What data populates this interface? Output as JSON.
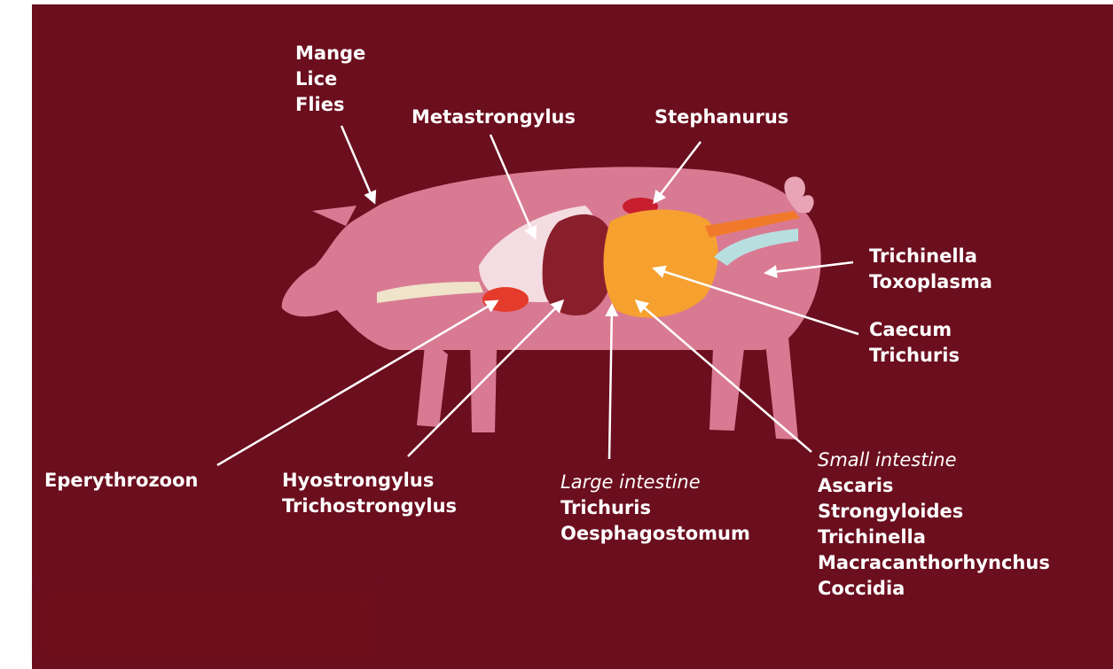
{
  "labels": {
    "external": [
      "Mange",
      "Lice",
      "Flies"
    ],
    "metastrongylus": "Metastrongylus",
    "stephanurus": "Stephanurus",
    "muscle": [
      "Trichinella",
      "Toxoplasma"
    ],
    "caecum": [
      "Caecum",
      "Trichuris"
    ],
    "eperythrozoon": "Eperythrozoon",
    "stomach": [
      "Hyostrongylus",
      "Trichostrongylus"
    ],
    "large_intestine": {
      "heading": "Large intestine",
      "items": [
        "Trichuris",
        "Oesphagostomum"
      ]
    },
    "small_intestine": {
      "heading": "Small intestine",
      "items": [
        "Ascaris",
        "Strongyloides",
        "Trichinella",
        "Macracanthorhynchus",
        "Coccidia"
      ]
    }
  },
  "colors": {
    "background": "#6b0e1e",
    "pig_body": "#d97a93",
    "lung": "#f4dde2",
    "liver": "#8a1f2c",
    "intestine": "#f6a030",
    "kidney": "#c81e2d",
    "arrow": "#ffffff"
  }
}
